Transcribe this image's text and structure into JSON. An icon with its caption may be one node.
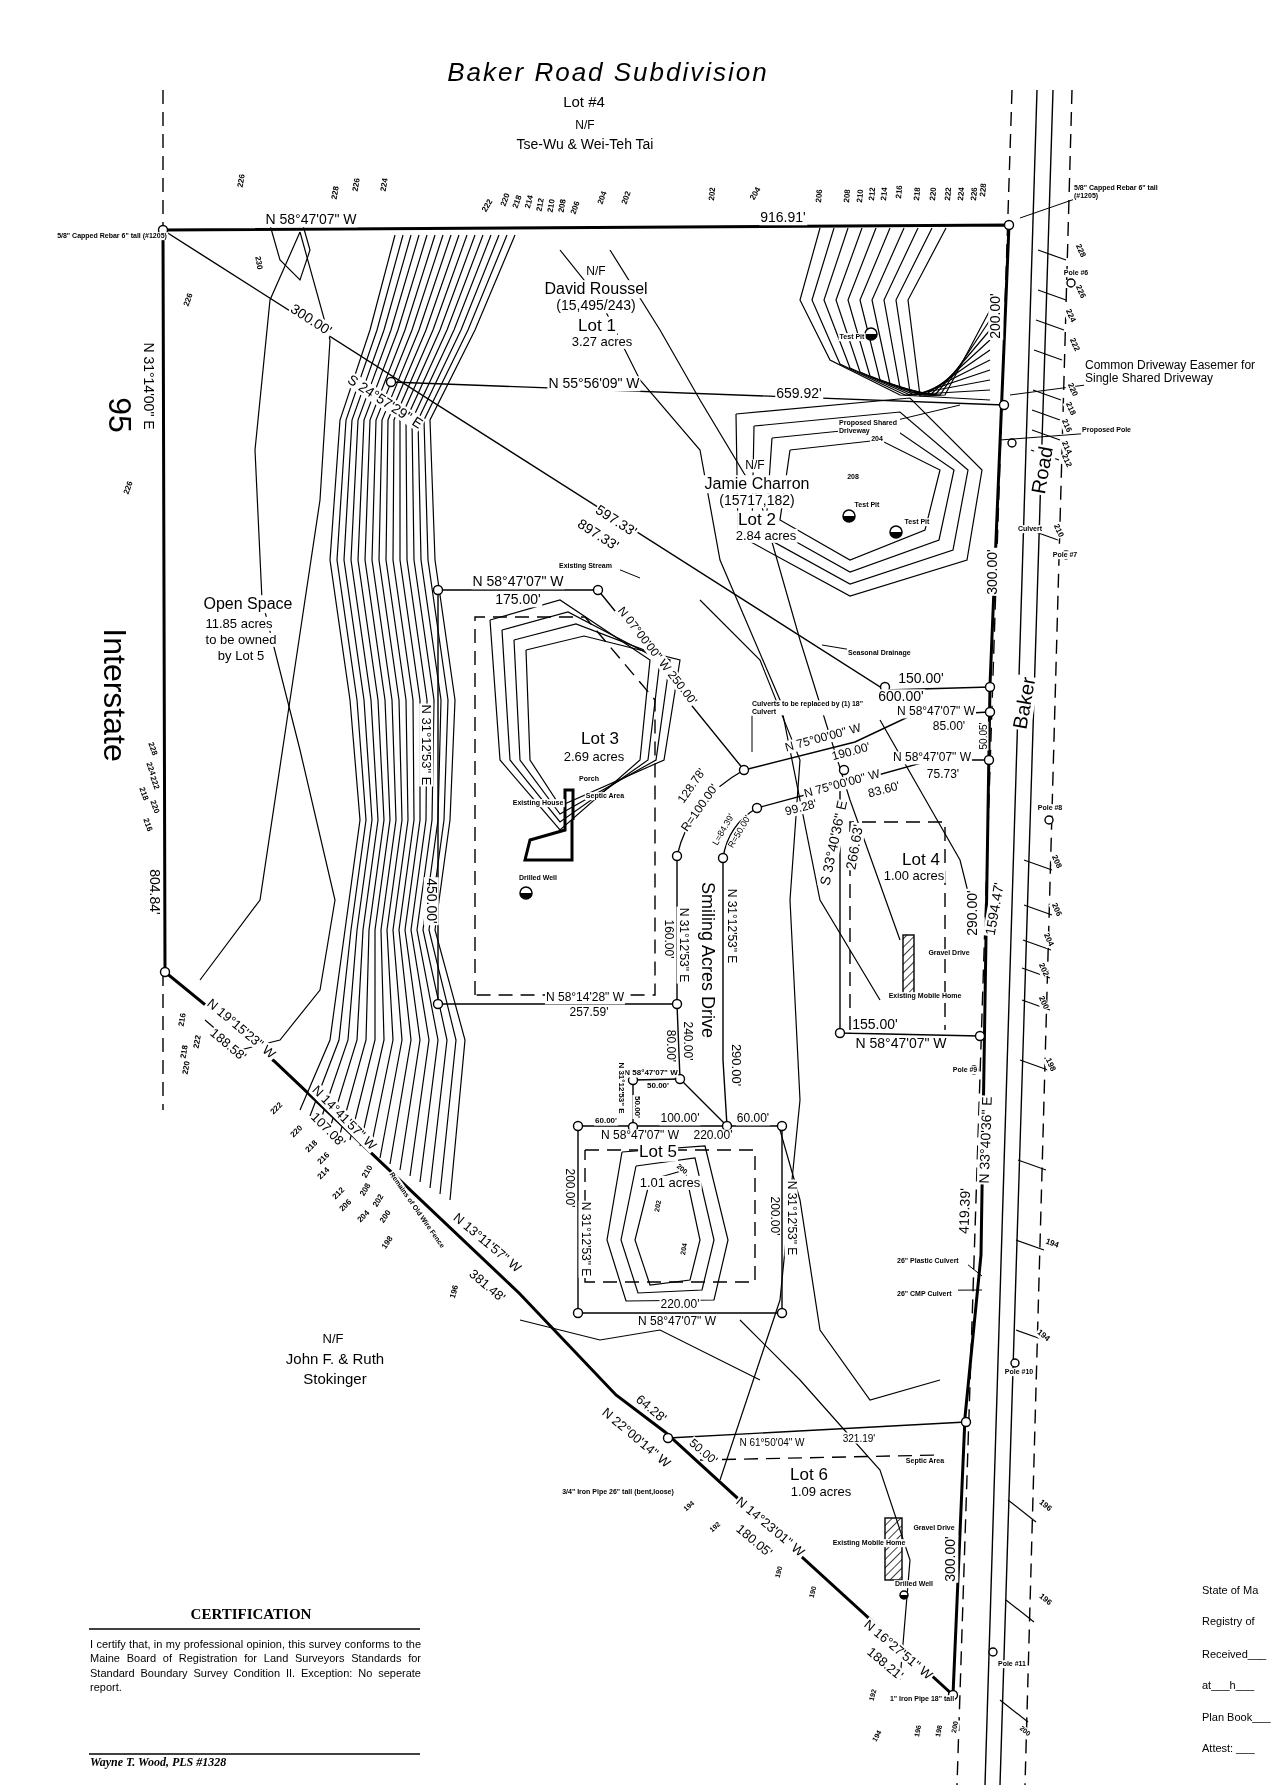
{
  "diagram": {
    "title": "Baker Road Subdivision",
    "nodes": [
      {
        "text": [
          "5/8\" Capped Rebar 6\" tall (#1205)"
        ]
      },
      {
        "text": [
          "Common Driveway Easemer for Single Shared Driveway"
        ]
      },
      {
        "text": [
          "Proposed Pole"
        ]
      },
      {
        "text": [
          "Proposed Shared Driveway"
        ]
      },
      {
        "text": [
          "Seasonal Drainage"
        ]
      },
      {
        "text": [
          "Existing Stream"
        ]
      },
      {
        "text": [
          "Culverts to be replaced by (1) 18\" Culvert"
        ]
      },
      {
        "text": [
          "26\" Plastic Culvert"
        ]
      },
      {
        "text": [
          "26\" CMP Culvert"
        ]
      }
    ],
    "edges": [
      {
        "from": 0,
        "to": null,
        "arrow": "none"
      },
      {
        "from": 1,
        "to": null,
        "arrow": "none"
      },
      {
        "from": 2,
        "to": null,
        "arrow": "none"
      },
      {
        "from": 3,
        "to": null,
        "arrow": "none"
      },
      {
        "from": 4,
        "to": null,
        "arrow": "none"
      },
      {
        "from": 5,
        "to": null,
        "arrow": "none"
      },
      {
        "from": 6,
        "to": null,
        "arrow": "none"
      },
      {
        "from": 7,
        "to": null,
        "arrow": "none"
      },
      {
        "from": 8,
        "to": null,
        "arrow": "none"
      }
    ],
    "labels": [
      "Lot #4",
      "N/F",
      "Tse-Wu & Wei-Teh Tai",
      "226",
      "228",
      "226",
      "224",
      "222",
      "220",
      "218",
      "214",
      "212",
      "210",
      "208",
      "206",
      "204",
      "202",
      "202",
      "204",
      "206",
      "208",
      "210",
      "212",
      "214",
      "216",
      "218",
      "220",
      "222",
      "224",
      "226",
      "228",
      "N 58°47'07\" W",
      "916.91'",
      "230",
      "226",
      "N/F",
      "David Roussel",
      "(15,495/243)",
      "Lot 1",
      "3.27 acres",
      "300.00'",
      "200.00'",
      "Test Pit",
      "N 31°14'00\" E",
      "S 24°57'29\" E",
      "N 55°56'09\" W",
      "659.92'",
      "95",
      "228",
      "Pole #6",
      "226",
      "224",
      "222",
      "220",
      "218",
      "216",
      "214",
      "212",
      "204",
      "208",
      "N/F",
      "Jamie Charron",
      "(15717,182)",
      "Lot 2",
      "2.84 acres",
      "Test Pit",
      "Test Pit",
      "Road",
      "Culvert",
      "210",
      "Pole #7",
      "226",
      "597.33'",
      "897.33'",
      "300.00'",
      "N 58°47'07\" W",
      "175.00'",
      "Open Space",
      "11.85 acres",
      "to be owned",
      "by Lot 5",
      "N 07°00'00\" W 250.00'",
      "150.00'",
      "600.00'",
      "Interstate",
      "Baker",
      "N 58°47'07\" W",
      "85.00'",
      "N 31°12'53\" E",
      "Lot 3",
      "N 75°00'00\" W",
      "190.00'",
      "50.05'",
      "2.69 acres",
      "N 58°47'07\" W",
      "75.73'",
      "Porch",
      "N 75°00'00\" W",
      "83.60'",
      "128.78'",
      "Septic Area",
      "Existing House",
      "R=100.00'",
      "99.28'",
      "L=84.39'",
      "R=50.00'",
      "Pole #8",
      "228",
      "224",
      "222",
      "218",
      "220",
      "216",
      "S 33°40'36\" E",
      "266.63'",
      "Lot 4",
      "1.00 acres",
      "208",
      "206",
      "Drilled Well",
      "804.84'",
      "450.00'",
      "290.00'",
      "1594.47'",
      "N 31°12'53\" E",
      "160.00'",
      "N 31°12'53\" E",
      "204",
      "Smiling Acres Drive",
      "Gravel Drive",
      "202",
      "N 58°14'28\" W",
      "257.59'",
      "Existing Mobile Home",
      "200",
      "216",
      "N 19°15'23\" W",
      "155.00'",
      "222",
      "188.58'",
      "80.00'",
      "240.00'",
      "N 58°47'07\" W",
      "218",
      "220",
      "290.00'",
      "198",
      "Pole #9",
      "N 58°47'07\" W",
      "50.00'",
      "N 31°12'53\" E",
      "50.00'",
      "222",
      "N 14°41'57\" W",
      "107.08'",
      "60.00'",
      "100.00'",
      "60.00'",
      "220",
      "N 58°47'07\" W",
      "220.00'",
      "218",
      "Lot 5",
      "216",
      "N 33°40'36\" E",
      "200",
      "214",
      "210",
      "1.01 acres",
      "200.00'",
      "212",
      "206",
      "204",
      "208",
      "202",
      "200",
      "198",
      "Remains of Old Wire Fence",
      "N 13°11'57\" W",
      "N 31°12'53\" E",
      "202",
      "204",
      "200.00'",
      "N 31°12'53\" E",
      "419.39'",
      "194",
      "381.48'",
      "196",
      "220.00'",
      "N 58°47'07\" W",
      "N/F",
      "194",
      "John F. & Ruth",
      "Stokinger",
      "Pole #10",
      "64.28'",
      "321.19'",
      "N 61°50'04\" W",
      "N 22°00'14\" W",
      "50.00'",
      "Septic Area",
      "3/4\" Iron Pipe 26\" tall (bent,loose)",
      "Lot 6",
      "1.09 acres",
      "194",
      "196",
      "192",
      "N 14°23'01\" W",
      "Gravel Drive",
      "180.05'",
      "Existing Mobile Home",
      "300.00'",
      "190",
      "Drilled Well",
      "190",
      "State of Ma",
      "196",
      "CERTIFICATION",
      "Registry of",
      "I certify that, in my professional opinion, this survey conforms to the Maine Board of Registration for Land Surveyors Standards for Standard Boundary Survey Condition II. Exception: No seperate report.",
      "N 16°27'51\" W",
      "Received___",
      "188.21'",
      "Pole #11",
      "at___h___",
      "192",
      "1\" Iron Pipe 18\" tall",
      "Plan Book___",
      "194",
      "196",
      "198",
      "200",
      "200",
      "Attest: ___",
      "Wayne T. Wood, PLS #1328",
      "5/8\" Capped Rebar 6\" tall (#1205)"
    ]
  }
}
